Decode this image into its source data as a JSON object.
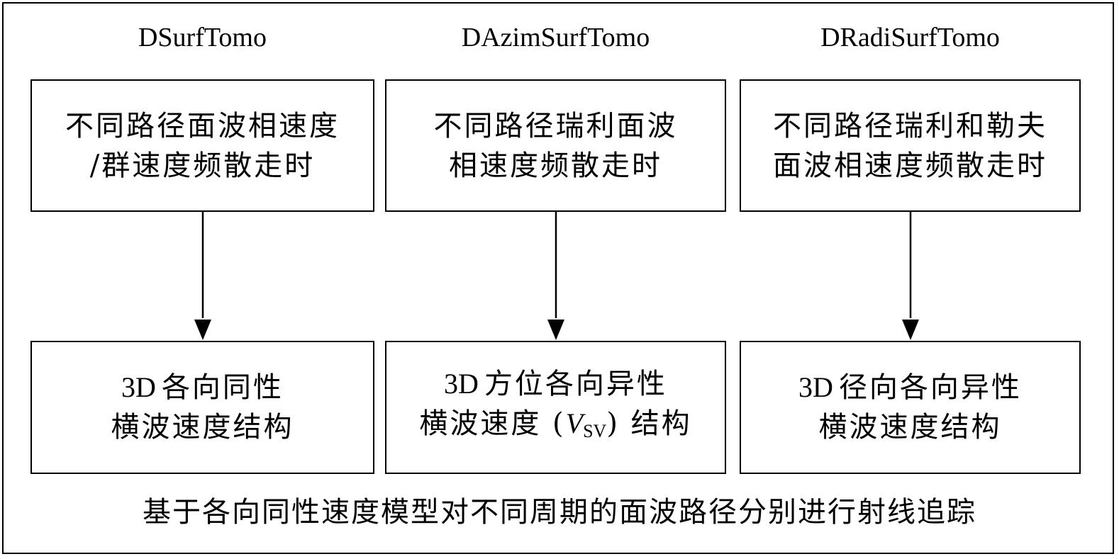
{
  "columns": [
    {
      "title": "DSurfTomo",
      "input_lines": [
        "不同路径面波相速度",
        "/群速度频散走时"
      ],
      "output_latin": "3D",
      "output_line1": "各向同性",
      "output_line2": "横波速度结构"
    },
    {
      "title": "DAzimSurfTomo",
      "input_lines": [
        "不同路径瑞利面波",
        "相速度频散走时"
      ],
      "output_latin": "3D",
      "output_line1": "方位各向异性",
      "output_line2_prefix": "横波速度 (",
      "output_symbol_var": "V",
      "output_symbol_sub": "SV",
      "output_line2_suffix": ") 结构"
    },
    {
      "title": "DRadiSurfTomo",
      "input_lines": [
        "不同路径瑞利和勒夫",
        "面波相速度频散走时"
      ],
      "output_latin": "3D",
      "output_line1": "径向各向异性",
      "output_line2": "横波速度结构"
    }
  ],
  "footer": "基于各向同性速度模型对不同周期的面波路径分别进行射线追踪"
}
